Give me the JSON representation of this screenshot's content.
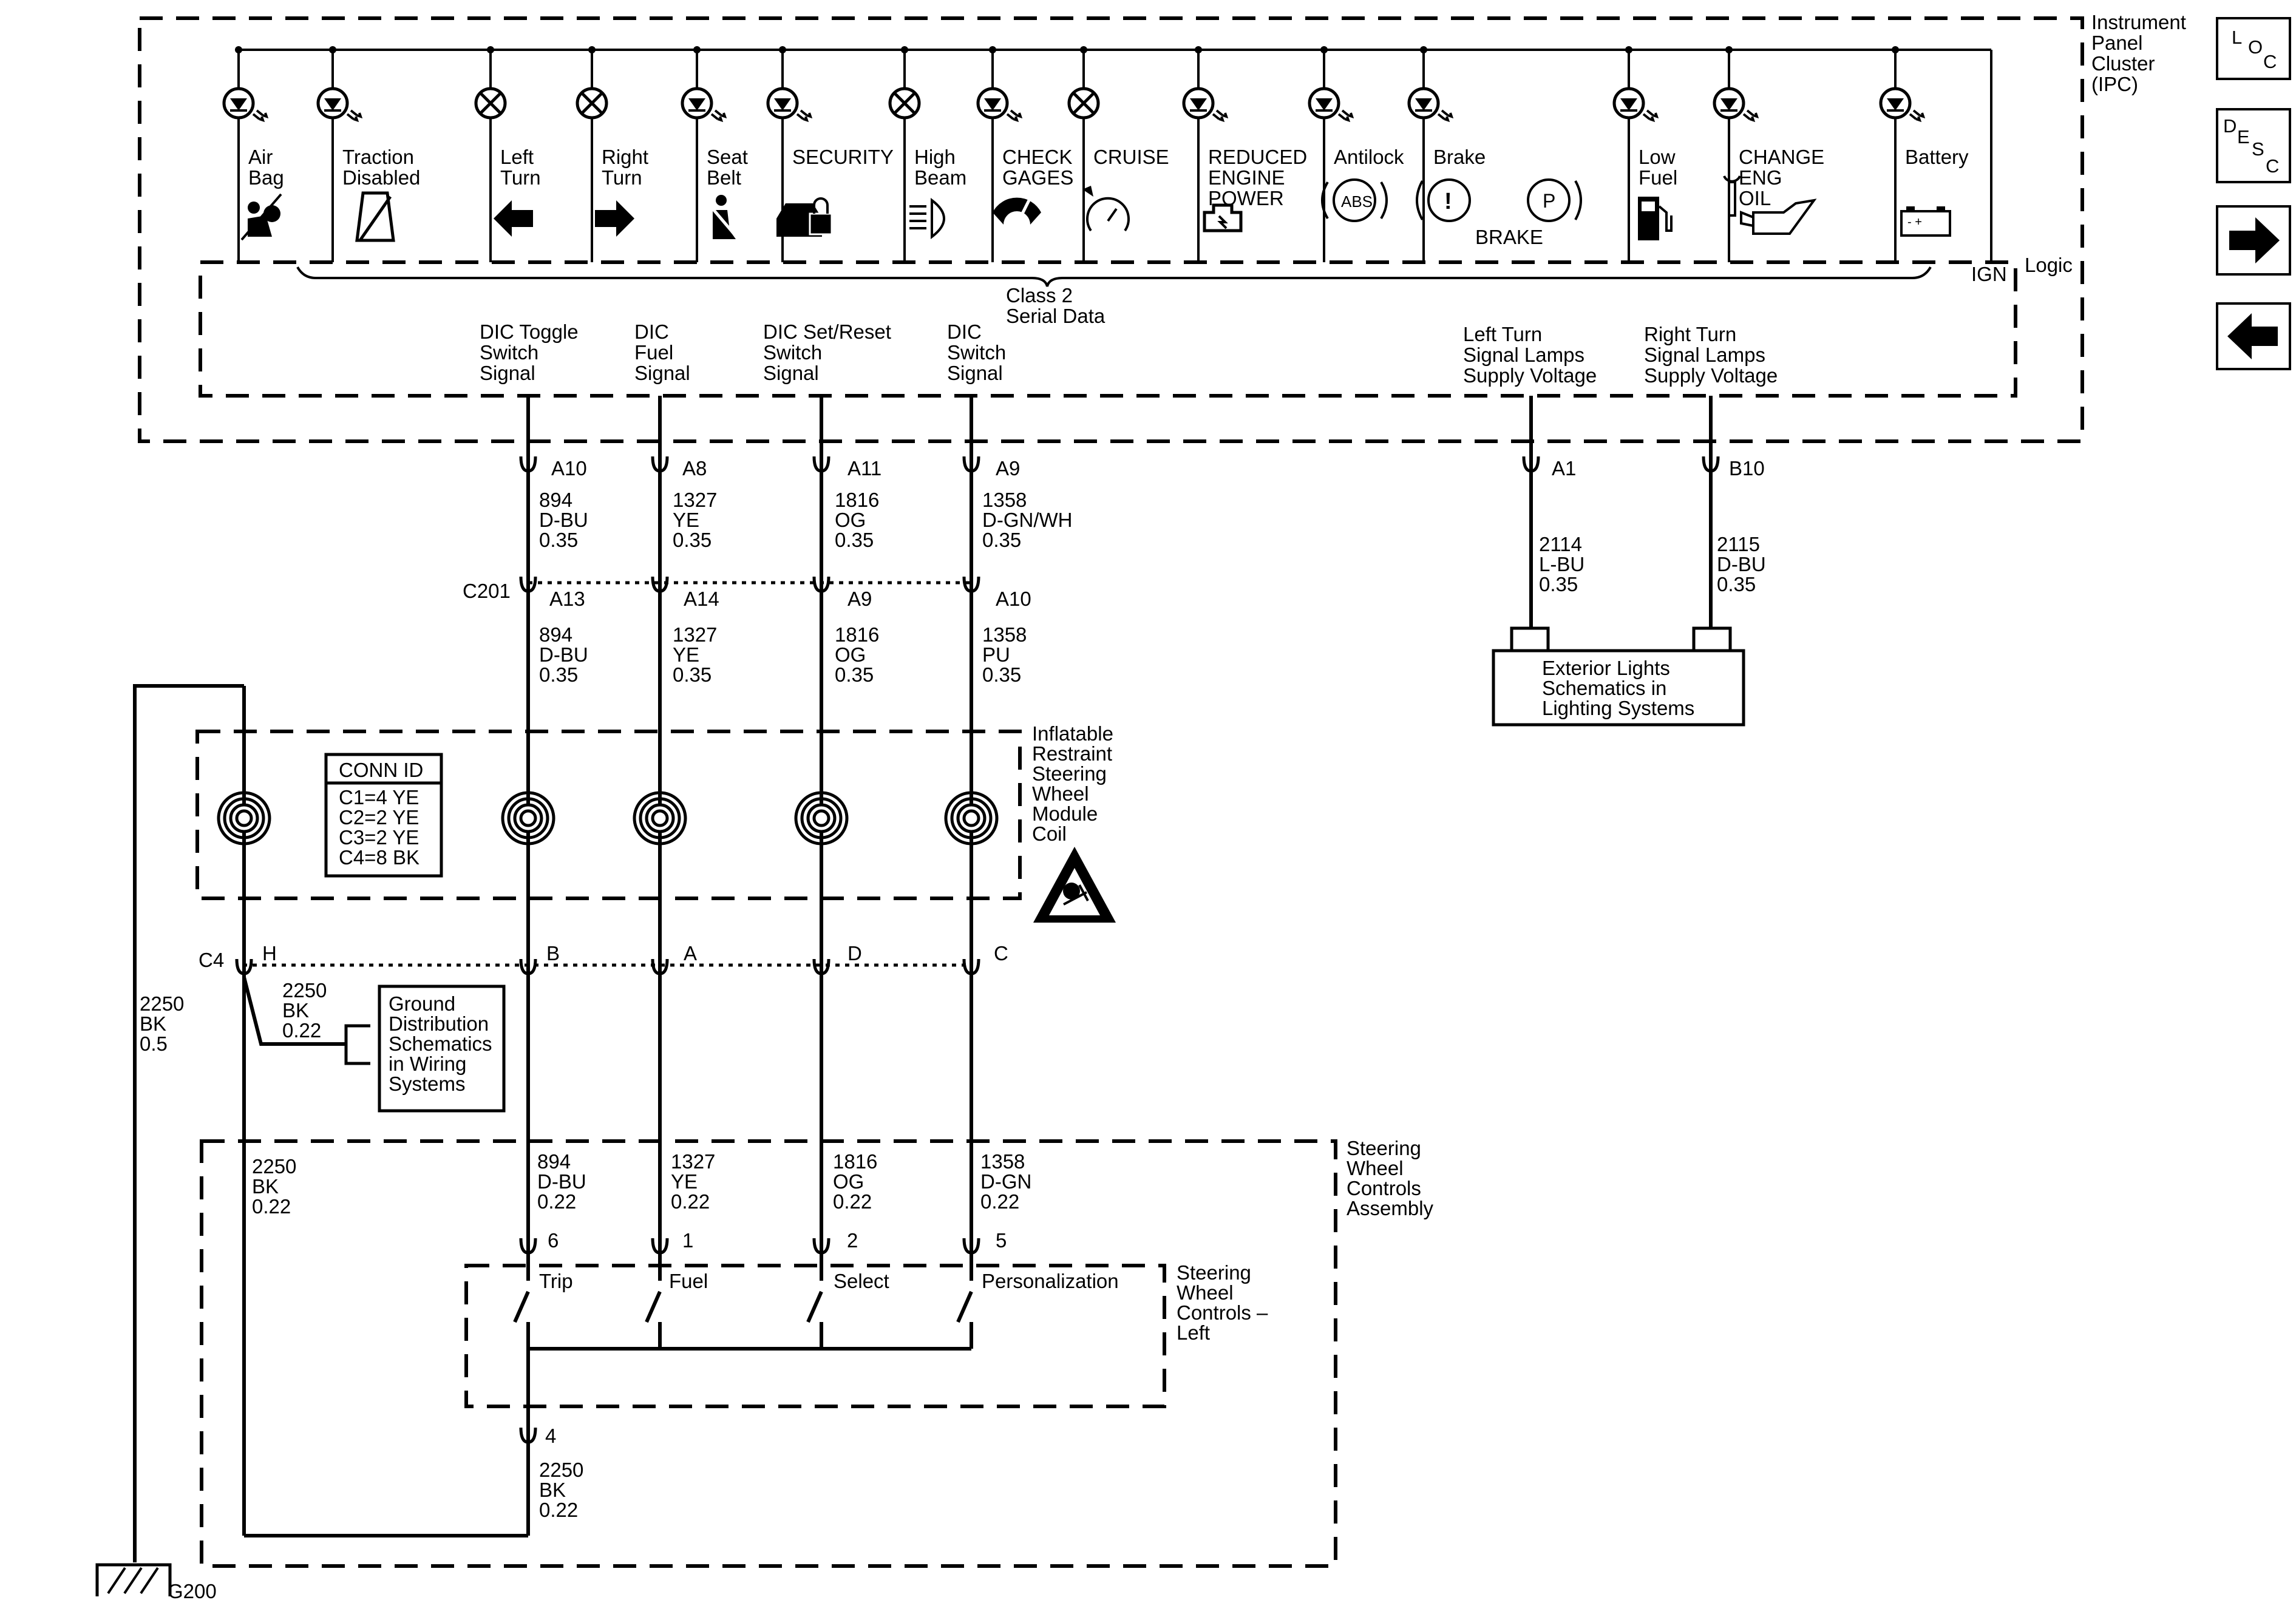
{
  "nav": {
    "loc": [
      "L",
      "O",
      "C"
    ],
    "desc": [
      "D",
      "E",
      "S",
      "C"
    ],
    "forward_icon": "right-arrow-icon",
    "back_icon": "left-arrow-icon"
  },
  "ipc": {
    "title": [
      "Instrument",
      "Panel",
      "Cluster",
      "(IPC)"
    ],
    "logic": "Logic",
    "ign": "IGN",
    "class2": [
      "Class 2",
      "Serial Data"
    ],
    "lamps": [
      {
        "label": [
          "Air",
          "Bag"
        ],
        "type": "led",
        "icon": "airbag-person-icon"
      },
      {
        "label": [
          "Traction",
          "Disabled"
        ],
        "type": "led",
        "icon": "traction-disabled-icon"
      },
      {
        "label": [
          "Left",
          "Turn"
        ],
        "type": "bulb",
        "icon": "left-arrow-icon"
      },
      {
        "label": [
          "Right",
          "Turn"
        ],
        "type": "bulb",
        "icon": "right-arrow-icon"
      },
      {
        "label": [
          "Seat",
          "Belt"
        ],
        "type": "led",
        "icon": "seat-belt-icon"
      },
      {
        "label": [
          "SECURITY"
        ],
        "type": "led",
        "icon": "car-lock-icon"
      },
      {
        "label": [
          "High",
          "Beam"
        ],
        "type": "bulb",
        "icon": "high-beam-icon"
      },
      {
        "label": [
          "CHECK",
          "GAGES"
        ],
        "type": "led",
        "icon": "gage-icon"
      },
      {
        "label": [
          "CRUISE"
        ],
        "type": "bulb",
        "icon": "cruise-speedometer-icon"
      },
      {
        "label": [
          "REDUCED",
          "ENGINE",
          "POWER"
        ],
        "type": "led",
        "icon": "engine-icon"
      },
      {
        "label": [
          "Antilock"
        ],
        "type": "led",
        "icon": "abs-icon",
        "text": "ABS"
      },
      {
        "label": [
          "Brake"
        ],
        "type": "led",
        "icon": "brake-icon",
        "text": "BRAKE",
        "sym1": "!",
        "sym2": "P"
      },
      {
        "label": [
          "Low",
          "Fuel"
        ],
        "type": "led",
        "icon": "fuel-pump-icon"
      },
      {
        "label": [
          "CHANGE",
          "ENG",
          "OIL"
        ],
        "type": "led",
        "icon": "oil-can-icon"
      },
      {
        "label": [
          "Battery"
        ],
        "type": "led",
        "icon": "battery-icon",
        "text": "-  +"
      }
    ],
    "signals": [
      [
        "DIC Toggle",
        "Switch",
        "Signal"
      ],
      [
        "DIC",
        "Fuel",
        "Signal"
      ],
      [
        "DIC Set/Reset",
        "Switch",
        "Signal"
      ],
      [
        "DIC",
        "Switch",
        "Signal"
      ],
      [
        "Left Turn",
        "Signal Lamps",
        "Supply Voltage"
      ],
      [
        "Right Turn",
        "Signal Lamps",
        "Supply Voltage"
      ]
    ]
  },
  "top_pins": [
    "A10",
    "A8",
    "A11",
    "A9",
    "A1",
    "B10"
  ],
  "wires_upper": [
    [
      "894",
      "D-BU",
      "0.35"
    ],
    [
      "1327",
      "YE",
      "0.35"
    ],
    [
      "1816",
      "OG",
      "0.35"
    ],
    [
      "1358",
      "D-GN/WH",
      "0.35"
    ]
  ],
  "c201": {
    "name": "C201",
    "pins": [
      "A13",
      "A14",
      "A9",
      "A10"
    ]
  },
  "wires_mid": [
    [
      "894",
      "D-BU",
      "0.35"
    ],
    [
      "1327",
      "YE",
      "0.35"
    ],
    [
      "1816",
      "OG",
      "0.35"
    ],
    [
      "1358",
      "PU",
      "0.35"
    ]
  ],
  "turn_wires": [
    [
      "2114",
      "L-BU",
      "0.35"
    ],
    [
      "2115",
      "D-BU",
      "0.35"
    ]
  ],
  "exterior": [
    "Exterior Lights",
    "Schematics in",
    "Lighting Systems"
  ],
  "coil": {
    "label": [
      "Inflatable",
      "Restraint",
      "Steering",
      "Wheel",
      "Module",
      "Coil"
    ],
    "warning_icon": "airbag-warning-icon"
  },
  "conn_id": {
    "title": "CONN ID",
    "rows": [
      "C1=4 YE",
      "C2=2 YE",
      "C3=2 YE",
      "C4=8 BK"
    ]
  },
  "c4": {
    "name": "C4",
    "pins": [
      "H",
      "B",
      "A",
      "D",
      "C"
    ]
  },
  "ground_wire": [
    "2250",
    "BK",
    "0.5"
  ],
  "h_wire": [
    "2250",
    "BK",
    "0.22"
  ],
  "ground_dist": [
    "Ground",
    "Distribution",
    "Schematics",
    "in Wiring",
    "Systems"
  ],
  "swc": {
    "label": [
      "Steering",
      "Wheel",
      "Controls",
      "Assembly"
    ]
  },
  "wires_lower": [
    [
      "2250",
      "BK",
      "0.22"
    ],
    [
      "894",
      "D-BU",
      "0.22"
    ],
    [
      "1327",
      "YE",
      "0.22"
    ],
    [
      "1816",
      "OG",
      "0.22"
    ],
    [
      "1358",
      "D-GN",
      "0.22"
    ]
  ],
  "swc_pins": [
    "6",
    "1",
    "2",
    "5",
    "4"
  ],
  "switches": [
    "Trip",
    "Fuel",
    "Select",
    "Personalization"
  ],
  "swcl": [
    "Steering",
    "Wheel",
    "Controls –",
    "Left"
  ],
  "bottom_wire": [
    "2250",
    "BK",
    "0.22"
  ],
  "ground": "G200"
}
